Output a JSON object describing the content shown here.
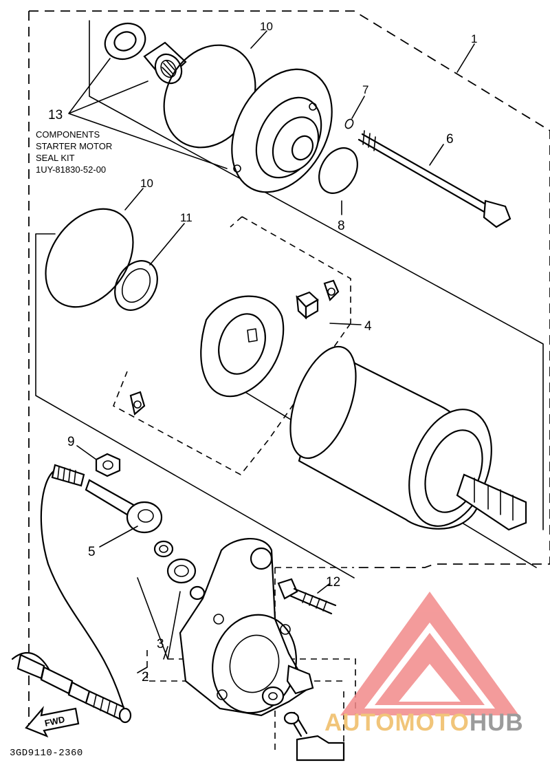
{
  "callouts": {
    "c1": "1",
    "c2": "2",
    "c3": "3",
    "c4": "4",
    "c5": "5",
    "c6": "6",
    "c7": "7",
    "c8": "8",
    "c9": "9",
    "c10a": "10",
    "c10b": "10",
    "c11": "11",
    "c12": "12",
    "c13": "13"
  },
  "kit_note": {
    "line1": "COMPONENTS",
    "line2": "STARTER MOTOR",
    "line3": "SEAL KIT",
    "line4": "1UY-81830-52-00"
  },
  "direction_label": "FWD",
  "diagram_code": "3GD9110-2360",
  "watermark": {
    "part1": "AUTOMOTO",
    "part2": "HUB",
    "color_triangle": "#f28a8a",
    "color_text1": "#f1c57a",
    "color_text2": "#9b9b9b"
  }
}
